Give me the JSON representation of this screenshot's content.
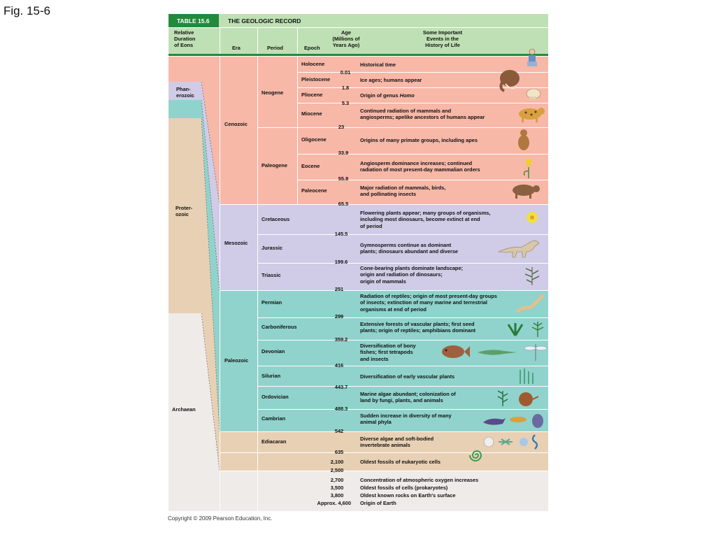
{
  "figure_label": "Fig. 15-6",
  "copyright": "Copyright © 2009 Pearson Education, Inc.",
  "table": {
    "number": "TABLE 15.6",
    "title": "THE GEOLOGIC RECORD",
    "headers": {
      "duration": [
        "Relative",
        "Duration",
        "of Eons"
      ],
      "era": "Era",
      "period": "Period",
      "epoch": "Epoch",
      "age": [
        "Age",
        "(Millions of",
        "Years Ago)"
      ],
      "events": [
        "Some Important",
        "Events in the",
        "History of Life"
      ]
    },
    "eons": {
      "phanerozoic": [
        "Phan-",
        "erozoic"
      ],
      "proterozoic": [
        "Proter-",
        "ozoic"
      ],
      "archaean": "Archaean"
    },
    "eras": {
      "cenozoic": "Cenozoic",
      "mesozoic": "Mesozoic",
      "paleozoic": "Paleozoic"
    },
    "periods": {
      "neogene": "Neogene",
      "paleogene": "Paleogene",
      "cretaceous": "Cretaceous",
      "jurassic": "Jurassic",
      "triassic": "Triassic",
      "permian": "Permian",
      "carboniferous": "Carboniferous",
      "devonian": "Devonian",
      "silurian": "Silurian",
      "ordovician": "Ordovician",
      "cambrian": "Cambrian",
      "ediacaran": "Ediacaran"
    },
    "epochs": {
      "holocene": "Holocene",
      "pleistocene": "Pleistocene",
      "pliocene": "Pliocene",
      "miocene": "Miocene",
      "oligocene": "Oligocene",
      "eocene": "Eocene",
      "paleocene": "Paleocene"
    },
    "ages": {
      "a001": "0.01",
      "a18": "1.8",
      "a53": "5.3",
      "a23": "23",
      "a339": "33.9",
      "a558": "55.8",
      "a655": "65.5",
      "a1455": "145.5",
      "a1996": "199.6",
      "a251": "251",
      "a299": "299",
      "a3592": "359.2",
      "a416": "416",
      "a4437": "443.7",
      "a4883": "488.3",
      "a542": "542",
      "a635": "635",
      "a2100": "2,100",
      "a2500": "2,500",
      "a2700": "2,700",
      "a3500": "3,500",
      "a3800": "3,800",
      "a4600": "Approx. 4,600"
    },
    "events": {
      "holocene": "Historical time",
      "pleistocene": "Ice ages; humans appear",
      "pliocene_pre": "Origin of genus ",
      "pliocene_italic": "Homo",
      "miocene": [
        "Continued radiation of mammals and",
        "angiosperms; apelike ancestors of humans appear"
      ],
      "oligocene": "Origins of many primate groups, including apes",
      "eocene": [
        "Angiosperm dominance increases; continued",
        "radiation of most present-day mammalian orders"
      ],
      "paleocene": [
        "Major radiation of mammals, birds,",
        "and pollinating insects"
      ],
      "cretaceous": [
        "Flowering plants appear; many groups of organisms,",
        "including most dinosaurs, become extinct at end",
        "of period"
      ],
      "jurassic": [
        "Gymnosperms continue as dominant",
        "plants; dinosaurs abundant and diverse"
      ],
      "triassic": [
        "Cone-bearing plants dominate landscape;",
        "origin and radiation of dinosaurs;",
        "origin of mammals"
      ],
      "permian": [
        "Radiation of reptiles; origin of most present-day groups",
        "of insects; extinction of many marine and terrestrial",
        "organisms at end of period"
      ],
      "carboniferous": [
        "Extensive forests of vascular plants; first seed",
        "plants; origin of reptiles; amphibians dominant"
      ],
      "devonian": [
        "Diversification of bony",
        "fishes;  first tetrapods",
        "and insects"
      ],
      "silurian": "Diversification of early vascular plants",
      "ordovician": [
        "Marine algae abundant; colonization of",
        "land by fungi, plants, and animals"
      ],
      "cambrian": [
        "Sudden increase in diversity of many",
        "animal phyla"
      ],
      "ediacaran": [
        "Diverse algae and soft-bodied",
        "invertebrate animals"
      ],
      "e2100": "Oldest fossils of eukaryotic cells",
      "e2700": "Concentration of atmospheric oxygen increases",
      "e3500": "Oldest fossils of cells (prokaryotes)",
      "e3800": "Oldest known rocks on Earth's surface",
      "e4600": "Origin of Earth"
    },
    "colors": {
      "header_green": "#228a3c",
      "header_light": "#bfe0b4",
      "cenozoic": "#f7b8a8",
      "mesozoic": "#d0cbe6",
      "paleozoic": "#8fd3cc",
      "proterozoic": "#e8d0b4",
      "archaean": "#eeebe8"
    }
  }
}
